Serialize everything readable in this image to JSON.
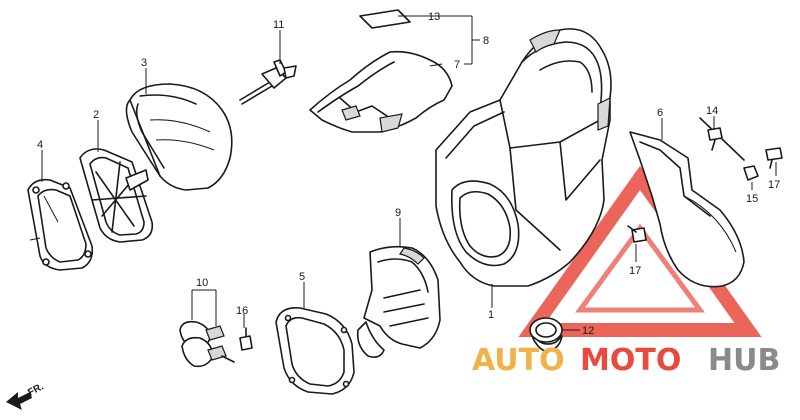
{
  "diagram": {
    "callouts": {
      "c1": "1",
      "c2": "2",
      "c3": "3",
      "c4": "4",
      "c5": "5",
      "c6": "6",
      "c7": "7",
      "c8": "8",
      "c9": "9",
      "c10": "10",
      "c11": "11",
      "c12": "12",
      "c13": "13",
      "c14": "14",
      "c15": "15",
      "c16": "16",
      "c17a": "17",
      "c17b": "17"
    },
    "direction_label": "FR.",
    "watermark": {
      "brand_part1": "AUTO",
      "brand_part2": "MOTO",
      "brand_part3": "HUB",
      "color_red": "#e84a3d",
      "color_orange": "#f2b24a",
      "color_gray": "#8a8a8a"
    }
  }
}
